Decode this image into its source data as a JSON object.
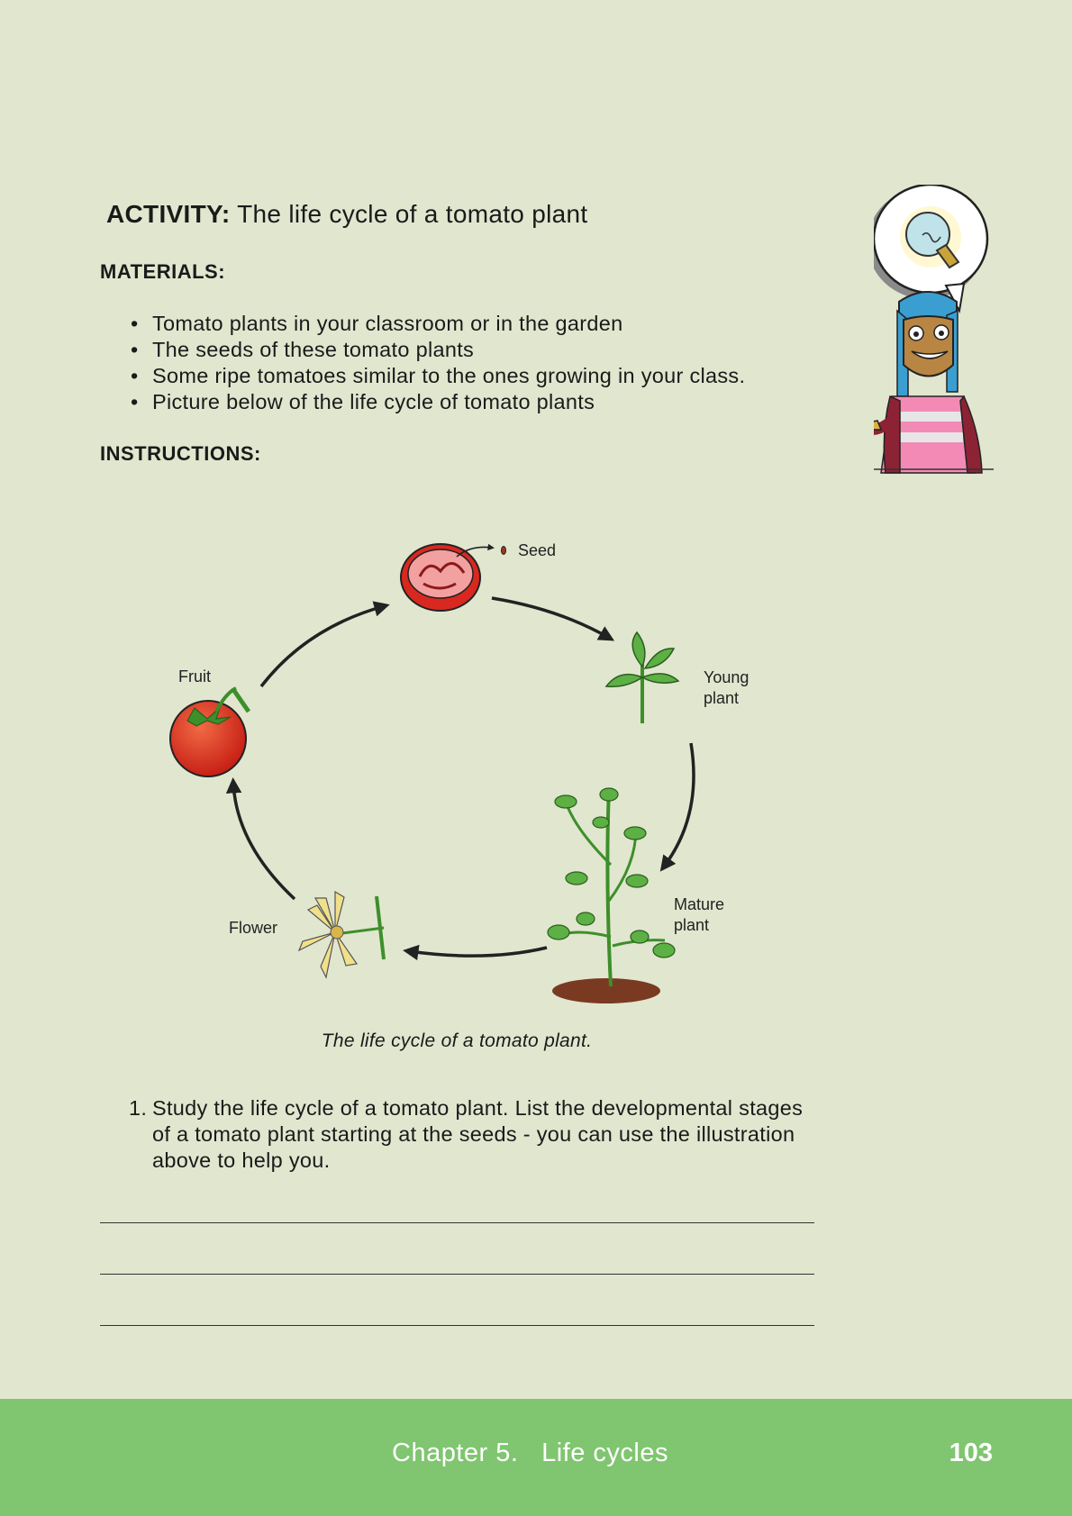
{
  "activity": {
    "label": "ACTIVITY:",
    "title": "The life cycle of a tomato plant"
  },
  "materials": {
    "heading": "MATERIALS:",
    "items": [
      "Tomato plants in your classroom or in the garden",
      "The seeds of these tomato plants",
      "Some ripe tomatoes similar to the ones growing in your class.",
      "Picture below of the life cycle of tomato plants"
    ]
  },
  "instructions": {
    "heading": "INSTRUCTIONS:"
  },
  "diagram": {
    "labels": {
      "seed": "Seed",
      "young_plant_1": "Young",
      "young_plant_2": "plant",
      "mature_plant_1": "Mature",
      "mature_plant_2": "plant",
      "flower": "Flower",
      "fruit": "Fruit"
    },
    "caption": "The life cycle of a tomato plant."
  },
  "question": {
    "number": "1.",
    "text": "Study the life cycle of a tomato plant. List the developmental stages of a tomato plant starting at the seeds - you can use the illustration above to help you."
  },
  "footer": {
    "chapter": "Chapter 5.   Life cycles",
    "page": "103",
    "background": "#80c570"
  },
  "icons": [
    "lightbulb-icon",
    "mascot-girl-icon"
  ]
}
